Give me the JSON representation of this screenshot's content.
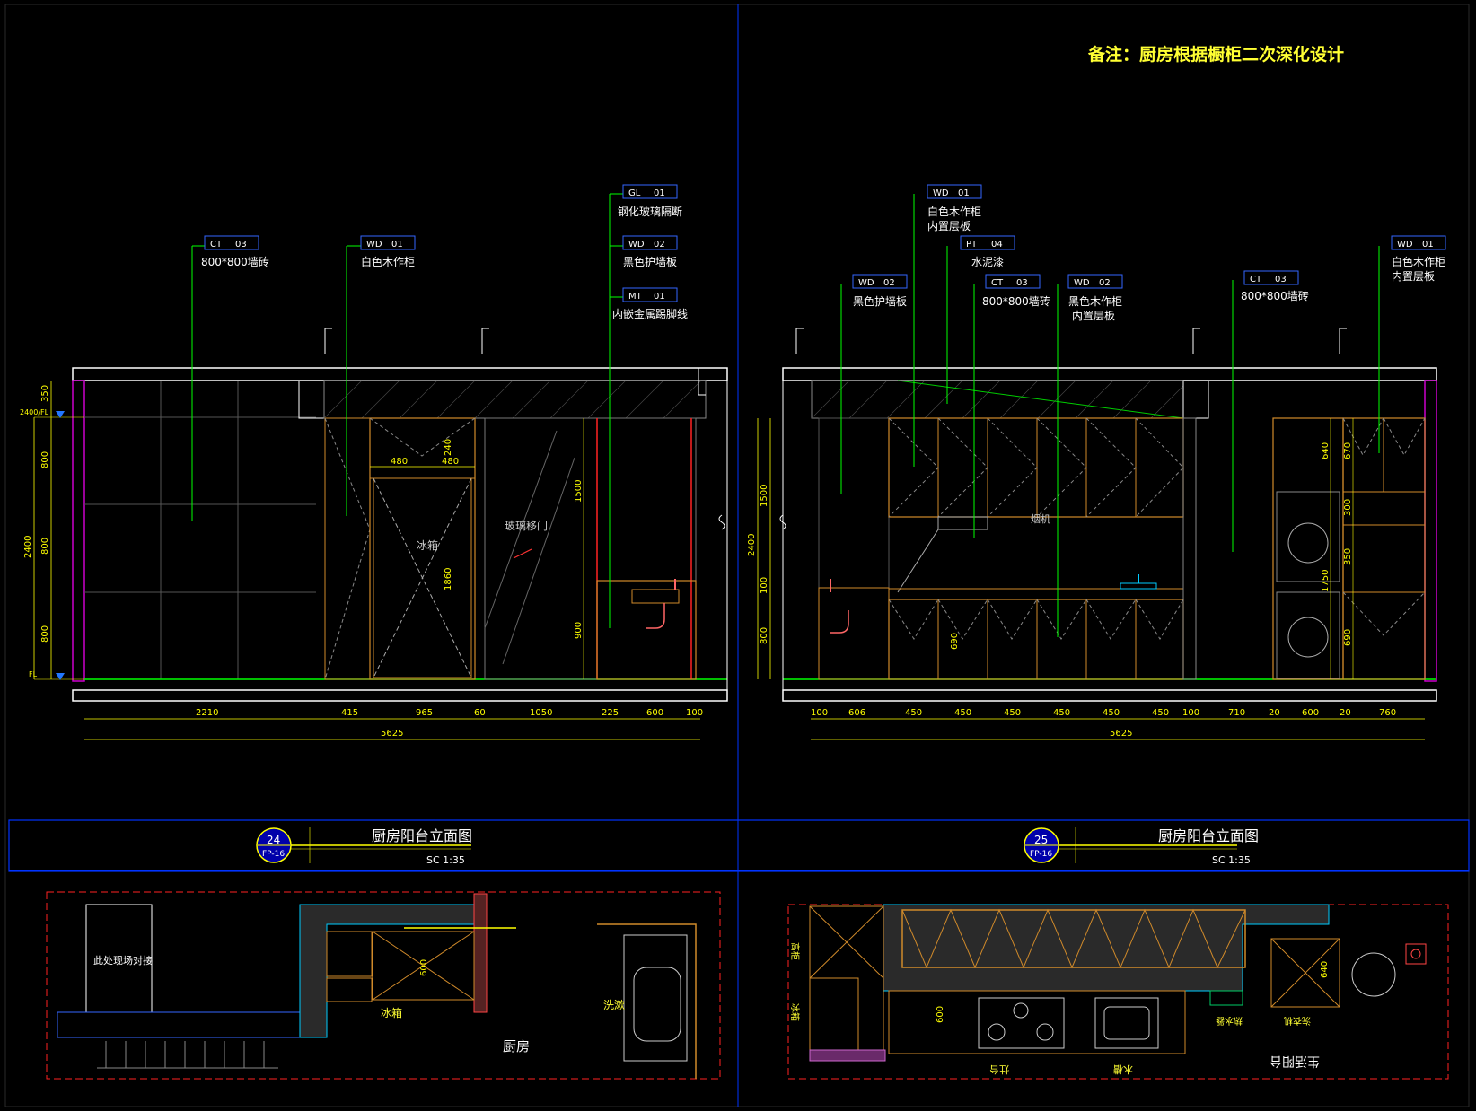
{
  "note": "备注：厨房根据橱柜二次深化设计",
  "colors": {
    "background": "#000000",
    "leader": "#00ff00",
    "dimension": "#ffff00",
    "frame": "#0033ff",
    "cabinet": "#ff8c00",
    "wall_edge": "#cc00cc",
    "tag_border": "#3366ff"
  },
  "left": {
    "tags": [
      {
        "code": "CT",
        "num": "03",
        "desc": "800*800墙砖"
      },
      {
        "code": "WD",
        "num": "01",
        "desc": "白色木作柜"
      },
      {
        "code": "GL",
        "num": "01",
        "desc": "钢化玻璃隔断"
      },
      {
        "code": "WD",
        "num": "02",
        "desc": "黑色护墙板"
      },
      {
        "code": "MT",
        "num": "01",
        "desc": "内嵌金属踢脚线"
      }
    ],
    "labels": {
      "fridge": "冰箱",
      "glass_door": "玻璃移门"
    },
    "level_marks": [
      "2400/FL",
      "FL"
    ],
    "vertical_dims": [
      "350",
      "800",
      "800",
      "800",
      "2400"
    ],
    "inner_dims": [
      "480",
      "480",
      "240",
      "1500",
      "1860",
      "900"
    ],
    "bottom_dims": [
      "2210",
      "415",
      "965",
      "60",
      "1050",
      "225",
      "600",
      "100"
    ],
    "total": "5625",
    "title": {
      "num": "24",
      "ref": "FP-16",
      "name": "厨房阳台立面图",
      "scale": "SC  1:35"
    }
  },
  "right": {
    "tags": [
      {
        "code": "WD",
        "num": "01",
        "desc": "白色木作柜",
        "desc2": "内置层板"
      },
      {
        "code": "PT",
        "num": "04",
        "desc": "水泥漆"
      },
      {
        "code": "WD",
        "num": "02",
        "desc": "黑色护墙板"
      },
      {
        "code": "CT",
        "num": "03",
        "desc": "800*800墙砖"
      },
      {
        "code": "WD",
        "num": "02",
        "desc": "黑色木作柜",
        "desc2": "内置层板"
      },
      {
        "code": "CT",
        "num": "03",
        "desc": "800*800墙砖"
      },
      {
        "code": "WD",
        "num": "01",
        "desc": "白色木作柜",
        "desc2": "内置层板"
      }
    ],
    "labels": {
      "hood": "烟机"
    },
    "vertical_dims": [
      "1500",
      "2400",
      "100",
      "800"
    ],
    "inner_dims": [
      "640",
      "670",
      "300",
      "350",
      "1750",
      "690",
      "690"
    ],
    "bottom_dims": [
      "100",
      "606",
      "450",
      "450",
      "450",
      "450",
      "450",
      "450",
      "100",
      "710",
      "20",
      "600",
      "20",
      "760"
    ],
    "total": "5625",
    "title": {
      "num": "25",
      "ref": "FP-16",
      "name": "厨房阳台立面图",
      "scale": "SC  1:35"
    }
  },
  "plan_left": {
    "labels": {
      "onsite": "此处现场对接",
      "fridge": "冰箱",
      "kitchen": "厨房",
      "wash": "洗漱"
    },
    "dims": [
      "600"
    ]
  },
  "plan_right": {
    "labels": {
      "stove": "灶台",
      "sink": "水槽",
      "balcony": "生活阳台",
      "heater": "热水器",
      "washer": "洗衣机",
      "fridge_v": "冰箱",
      "cabinet_v": "高柜"
    },
    "dims": [
      "600",
      "640"
    ]
  }
}
